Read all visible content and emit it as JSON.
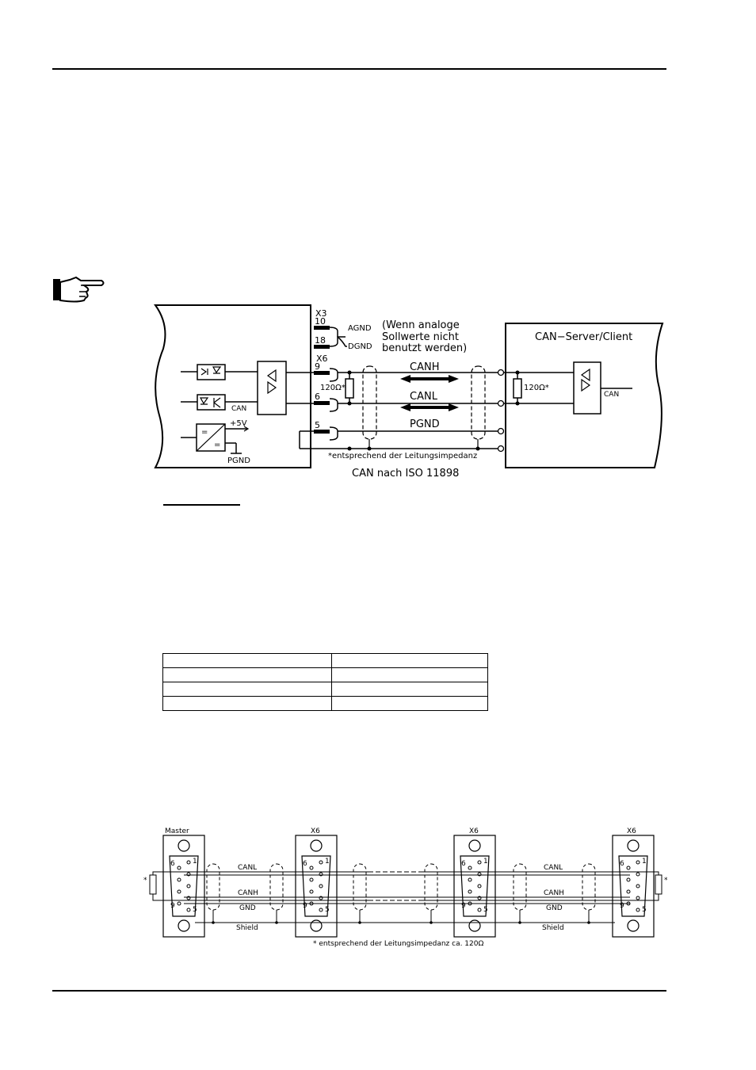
{
  "top_diagram": {
    "x3_label": "X3",
    "x6_label": "X6",
    "pin_10": "10",
    "pin_18": "18",
    "pin_9": "9",
    "pin_6": "6",
    "pin_5": "5",
    "agnd": "AGND",
    "dgnd": "DGND",
    "note_line1": "(Wenn analoge",
    "note_line2": "Sollwerte nicht",
    "note_line3": "benutzt werden)",
    "server_title": "CAN−Server/Client",
    "canh": "CANH",
    "canl": "CANL",
    "pgnd_wire": "PGND",
    "resistor_left": "120Ω*",
    "resistor_right": "120Ω*",
    "can_left": "CAN",
    "can_right": "CAN",
    "plus5v": "+5V",
    "pgnd_supply": "PGND",
    "footnote": "*entsprechend der Leitungsimpedanz",
    "caption": "CAN nach ISO 11898"
  },
  "bottom_diagram": {
    "master": "Master",
    "x6_a": "X6",
    "x6_b": "X6",
    "x6_c": "X6",
    "canl_1": "CANL",
    "canh_1": "CANH",
    "gnd_1": "GND",
    "shield_1": "Shield",
    "canl_2": "CANL",
    "canh_2": "CANH",
    "gnd_2": "GND",
    "shield_2": "Shield",
    "pin6": "6",
    "pin1": "1",
    "pin9": "9",
    "pin5": "5",
    "star": "*",
    "footnote": "* entsprechend der Leitungsimpedanz ca. 120Ω"
  },
  "icons": {
    "hand": "pointing-hand-icon"
  }
}
